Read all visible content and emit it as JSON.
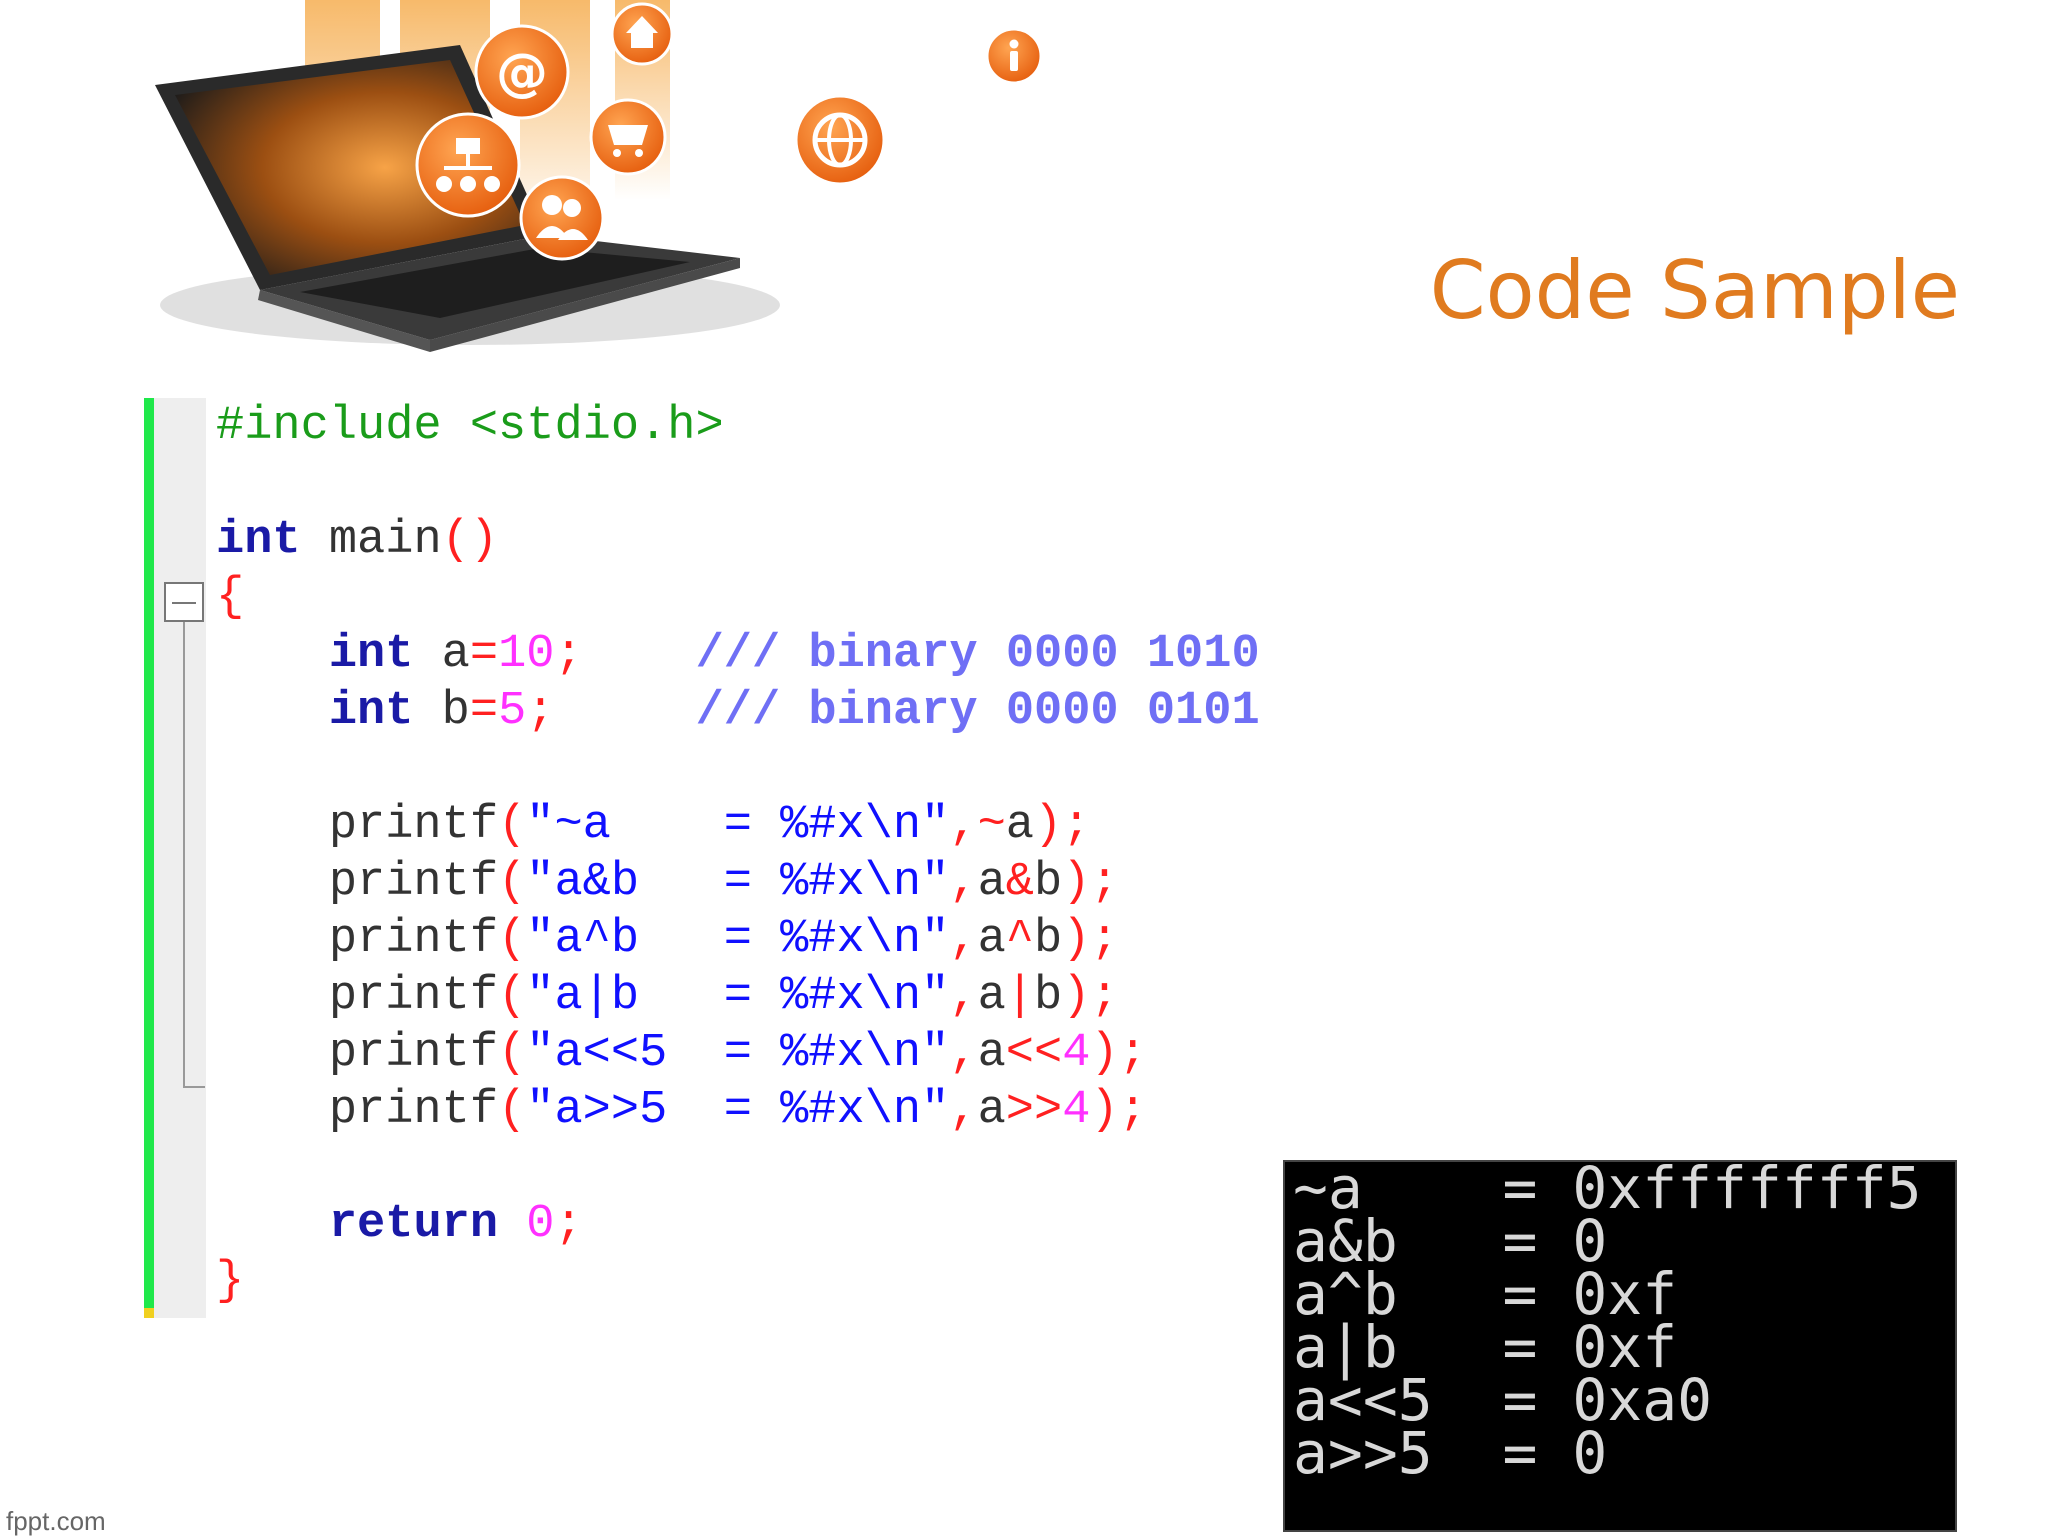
{
  "slide": {
    "title": "Code Sample",
    "watermark": "fppt.com"
  },
  "colors": {
    "title": "#e07b1f",
    "keyword": "#1a1aa6",
    "preprocessor": "#1a9c1a",
    "string": "#1010ff",
    "number": "#ff30ff",
    "operator": "#ff2020",
    "comment": "#6f6ff5",
    "gutter_marker": "#1fe84a",
    "terminal_bg": "#000000",
    "terminal_text": "#d8d8d8",
    "hero_icon": "#f07a1c"
  },
  "hero": {
    "icons": [
      "at-sign-icon",
      "home-icon",
      "info-icon",
      "shopping-cart-icon",
      "globe-icon",
      "org-chart-icon",
      "users-icon"
    ]
  },
  "code": {
    "lines": [
      [
        {
          "t": "#include <stdio.h>",
          "c": "pp"
        }
      ],
      [],
      [
        {
          "t": "int",
          "c": "kw"
        },
        {
          "t": " main"
        },
        {
          "t": "()",
          "c": "op"
        }
      ],
      [
        {
          "t": "{",
          "c": "op"
        }
      ],
      [
        {
          "t": "    "
        },
        {
          "t": "int",
          "c": "kw"
        },
        {
          "t": " a"
        },
        {
          "t": "=",
          "c": "op"
        },
        {
          "t": "10",
          "c": "num"
        },
        {
          "t": ";",
          "c": "op"
        },
        {
          "t": "    "
        },
        {
          "t": "/// binary 0000 1010",
          "c": "cmt"
        }
      ],
      [
        {
          "t": "    "
        },
        {
          "t": "int",
          "c": "kw"
        },
        {
          "t": " b"
        },
        {
          "t": "=",
          "c": "op"
        },
        {
          "t": "5",
          "c": "num"
        },
        {
          "t": ";",
          "c": "op"
        },
        {
          "t": "     "
        },
        {
          "t": "/// binary 0000 0101",
          "c": "cmt"
        }
      ],
      [],
      [
        {
          "t": "    printf"
        },
        {
          "t": "(",
          "c": "op"
        },
        {
          "t": "\"~a    = %#x\\n\"",
          "c": "str"
        },
        {
          "t": ",",
          "c": "op"
        },
        {
          "t": "~",
          "c": "op"
        },
        {
          "t": "a"
        },
        {
          "t": ");",
          "c": "op"
        }
      ],
      [
        {
          "t": "    printf"
        },
        {
          "t": "(",
          "c": "op"
        },
        {
          "t": "\"a&b   = %#x\\n\"",
          "c": "str"
        },
        {
          "t": ",",
          "c": "op"
        },
        {
          "t": "a"
        },
        {
          "t": "&",
          "c": "op"
        },
        {
          "t": "b"
        },
        {
          "t": ");",
          "c": "op"
        }
      ],
      [
        {
          "t": "    printf"
        },
        {
          "t": "(",
          "c": "op"
        },
        {
          "t": "\"a^b   = %#x\\n\"",
          "c": "str"
        },
        {
          "t": ",",
          "c": "op"
        },
        {
          "t": "a"
        },
        {
          "t": "^",
          "c": "op"
        },
        {
          "t": "b"
        },
        {
          "t": ");",
          "c": "op"
        }
      ],
      [
        {
          "t": "    printf"
        },
        {
          "t": "(",
          "c": "op"
        },
        {
          "t": "\"a|b   = %#x\\n\"",
          "c": "str"
        },
        {
          "t": ",",
          "c": "op"
        },
        {
          "t": "a"
        },
        {
          "t": "|",
          "c": "op"
        },
        {
          "t": "b"
        },
        {
          "t": ");",
          "c": "op"
        }
      ],
      [
        {
          "t": "    printf"
        },
        {
          "t": "(",
          "c": "op"
        },
        {
          "t": "\"a<<5  = %#x\\n\"",
          "c": "str"
        },
        {
          "t": ",",
          "c": "op"
        },
        {
          "t": "a"
        },
        {
          "t": "<<",
          "c": "op"
        },
        {
          "t": "4",
          "c": "num"
        },
        {
          "t": ");",
          "c": "op"
        }
      ],
      [
        {
          "t": "    printf"
        },
        {
          "t": "(",
          "c": "op"
        },
        {
          "t": "\"a>>5  = %#x\\n\"",
          "c": "str"
        },
        {
          "t": ",",
          "c": "op"
        },
        {
          "t": "a"
        },
        {
          "t": ">>",
          "c": "op"
        },
        {
          "t": "4",
          "c": "num"
        },
        {
          "t": ");",
          "c": "op"
        }
      ],
      [],
      [
        {
          "t": "    "
        },
        {
          "t": "return",
          "c": "kw"
        },
        {
          "t": " "
        },
        {
          "t": "0",
          "c": "num"
        },
        {
          "t": ";",
          "c": "op"
        }
      ],
      [
        {
          "t": "}",
          "c": "op"
        }
      ]
    ]
  },
  "terminal": {
    "lines": [
      "~a    = 0xfffffff5",
      "a&b   = 0",
      "a^b   = 0xf",
      "a|b   = 0xf",
      "a<<5  = 0xa0",
      "a>>5  = 0"
    ]
  }
}
